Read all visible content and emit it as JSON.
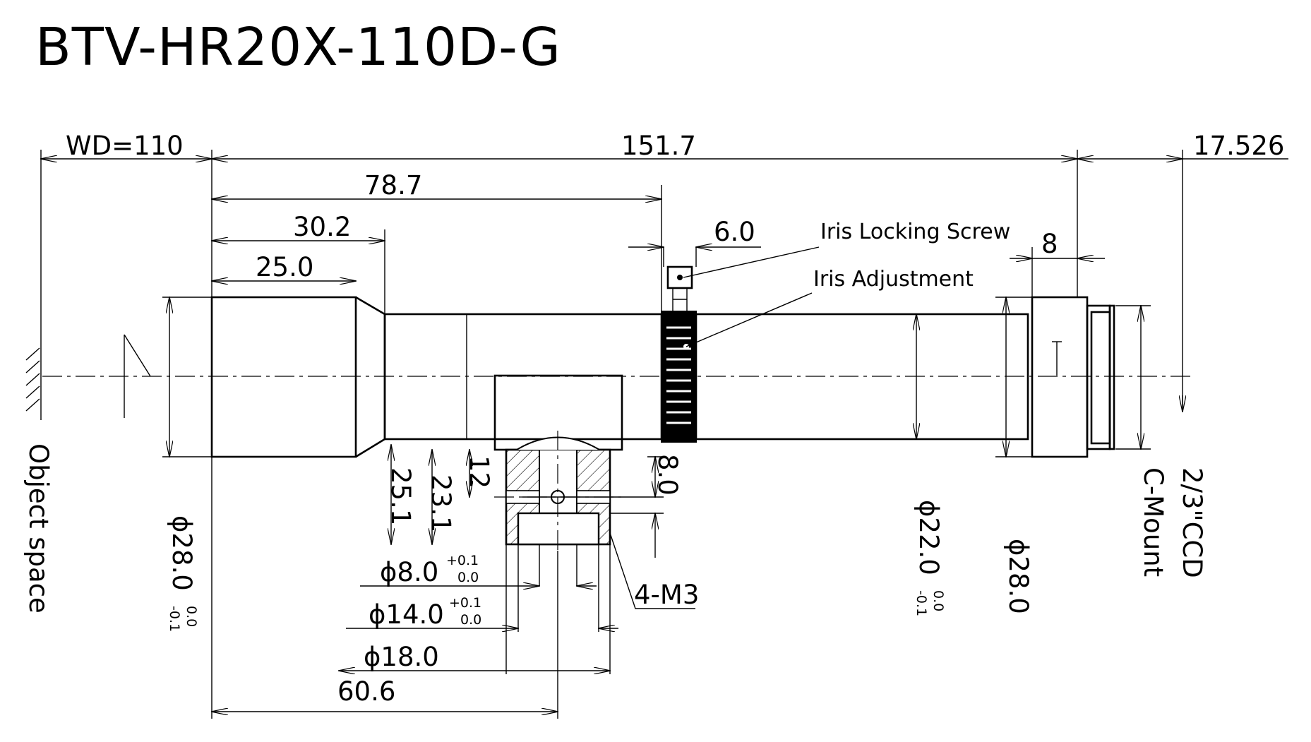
{
  "title": "BTV-HR20X-110D-G",
  "dimensions": {
    "wd": "WD=110",
    "overall_length": "151.7",
    "back_focus": "17.526",
    "iris_position": "78.7",
    "barrel_step": "30.2",
    "front_length": "25.0",
    "screw_width": "6.0",
    "mount_length": "8",
    "h_25_1": "25.1",
    "h_23_1": "23.1",
    "h_12": "12",
    "h_8_0": "8.0",
    "bore_8": "ϕ8.0",
    "bore_8_tol_upper": "+0.1",
    "bore_8_tol_lower": "0.0",
    "bore_14": "ϕ14.0",
    "bore_14_tol_upper": "+0.1",
    "bore_14_tol_lower": "0.0",
    "bore_18": "ϕ18.0",
    "mount_center": "60.6",
    "front_dia": "ϕ28.0",
    "front_dia_tol_upper": "0.0",
    "front_dia_tol_lower": "-0.1",
    "barrel_dia": "ϕ22.0",
    "barrel_dia_tol_upper": "0.0",
    "barrel_dia_tol_lower": "-0.1",
    "rear_dia": "ϕ28.0"
  },
  "labels": {
    "iris_locking_screw": "Iris Locking Screw",
    "iris_adjustment": "Iris Adjustment",
    "thread": "4-M3",
    "object_space": "Object space",
    "c_mount": "C-Mount",
    "sensor": "2/3\"CCD"
  }
}
